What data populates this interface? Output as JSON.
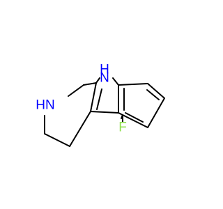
{
  "molecule": {
    "atoms": {
      "nh_indole": {
        "text": "H",
        "sub": "N",
        "color": "#0000ff"
      },
      "nh_ring": {
        "text": "HN",
        "color": "#0000ff"
      },
      "fluorine": {
        "text": "F",
        "color": "#90e050"
      }
    }
  }
}
